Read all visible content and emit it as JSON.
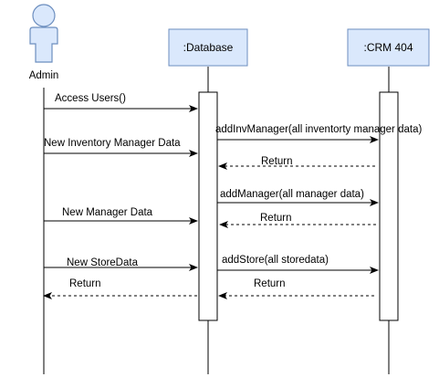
{
  "participants": {
    "actor": "Admin",
    "database": ":Database",
    "crm": ":CRM 404"
  },
  "colors": {
    "actor_fill": "#dae8fc",
    "actor_stroke": "#6c8ebf",
    "box_fill": "#dae8fc",
    "box_stroke": "#6c8ebf",
    "line": "#000000"
  },
  "messages": [
    "Access Users()",
    "New Inventory Manager Data",
    "addInvManager(all inventorty manager data)",
    "Return",
    "addManager(all manager data)",
    "New Manager Data",
    "Return",
    "New StoreData",
    "addStore(all storedata)",
    "Return",
    "Return"
  ]
}
